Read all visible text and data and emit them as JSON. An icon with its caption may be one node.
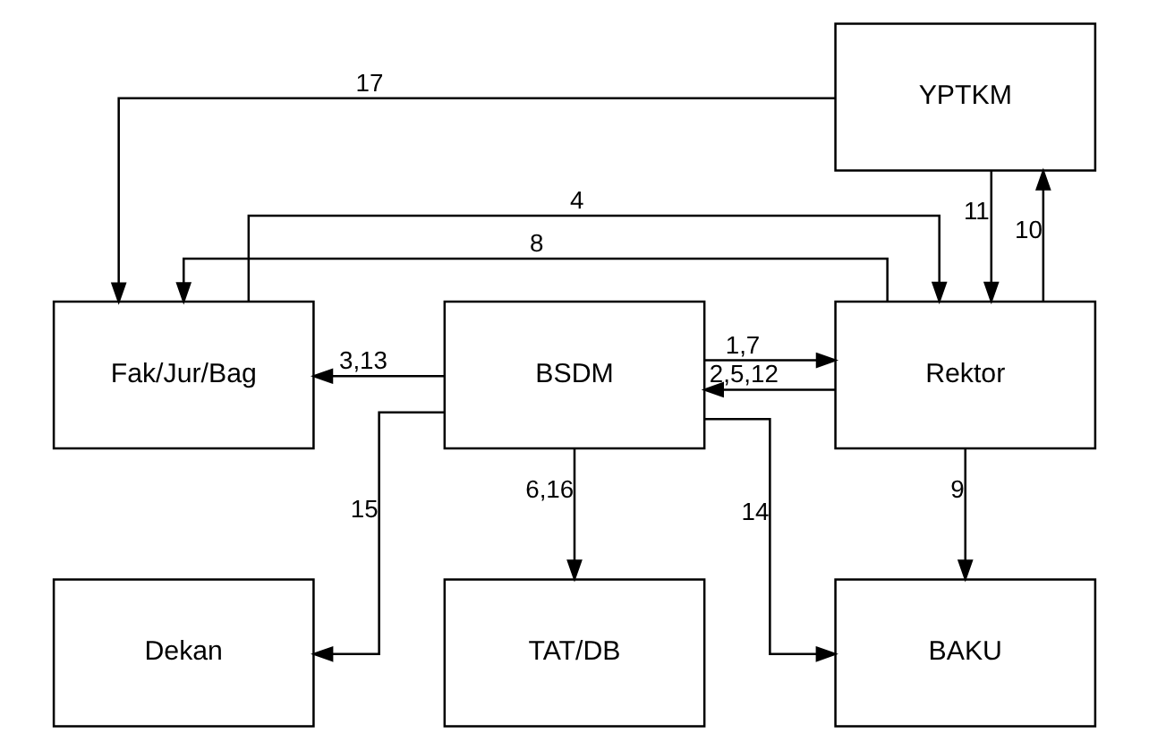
{
  "diagram": {
    "nodes": [
      {
        "text": [
          "YPTKM"
        ]
      },
      {
        "text": [
          "Fak/Jur/Bag"
        ]
      },
      {
        "text": [
          "BSDM"
        ]
      },
      {
        "text": [
          "Rektor"
        ]
      },
      {
        "text": [
          "Dekan"
        ]
      },
      {
        "text": [
          "TAT/DB"
        ]
      },
      {
        "text": [
          "BAKU"
        ]
      }
    ],
    "edges": [
      {
        "from": 0,
        "to": 1,
        "arrow": "to",
        "label": "17"
      },
      {
        "from": 3,
        "to": 1,
        "arrow": "to",
        "label": "8"
      },
      {
        "from": 1,
        "to": 3,
        "arrow": "to",
        "label": "4"
      },
      {
        "from": 3,
        "to": 0,
        "arrow": "to",
        "label": "10"
      },
      {
        "from": 0,
        "to": 3,
        "arrow": "to",
        "label": "11"
      },
      {
        "from": 2,
        "to": 1,
        "arrow": "to",
        "label": "3,13"
      },
      {
        "from": 2,
        "to": 3,
        "arrow": "to",
        "label": "1,7"
      },
      {
        "from": 3,
        "to": 2,
        "arrow": "to",
        "label": "2,5,12"
      },
      {
        "from": 2,
        "to": 4,
        "arrow": "to",
        "label": "15"
      },
      {
        "from": 2,
        "to": 5,
        "arrow": "to",
        "label": "6,16"
      },
      {
        "from": 2,
        "to": 6,
        "arrow": "to",
        "label": "14"
      },
      {
        "from": 3,
        "to": 6,
        "arrow": "to",
        "label": "9"
      }
    ]
  }
}
